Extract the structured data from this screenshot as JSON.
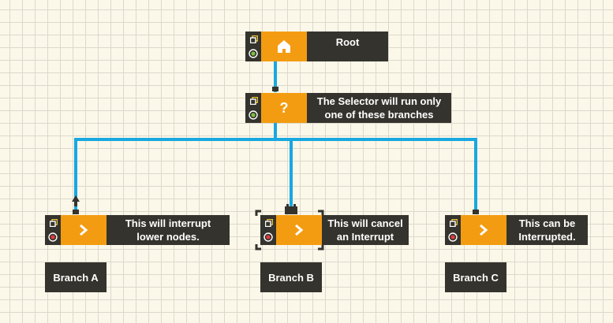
{
  "nodes": {
    "root": {
      "text": "Root",
      "icon": "home-icon",
      "status": "active"
    },
    "selector": {
      "text": "The Selector will run only one of these branches",
      "icon": "question-icon",
      "status": "active"
    },
    "branch_a": {
      "text": "This will interrupt  lower nodes.",
      "icon": "chevron-right-icon",
      "status": "stopped",
      "connector": "interrupt-arrow-icon"
    },
    "branch_b": {
      "text": "This will cancel an Interrupt",
      "icon": "chevron-right-icon",
      "status": "stopped",
      "connector": "cancel-block-icon",
      "selected": true
    },
    "branch_c": {
      "text": "This can be Interrupted.",
      "icon": "chevron-right-icon",
      "status": "stopped",
      "connector": "plain-port"
    }
  },
  "labels": {
    "branch_a": "Branch A",
    "branch_b": "Branch B",
    "branch_c": "Branch C"
  },
  "colors": {
    "node_orange": "#f39c12",
    "node_dark": "#34332d",
    "wire_blue": "#18a8e0",
    "status_active": "#7bc043",
    "status_stopped": "#e23b3b",
    "canvas": "#fbf7e9",
    "grid": "#dcd8cb"
  }
}
